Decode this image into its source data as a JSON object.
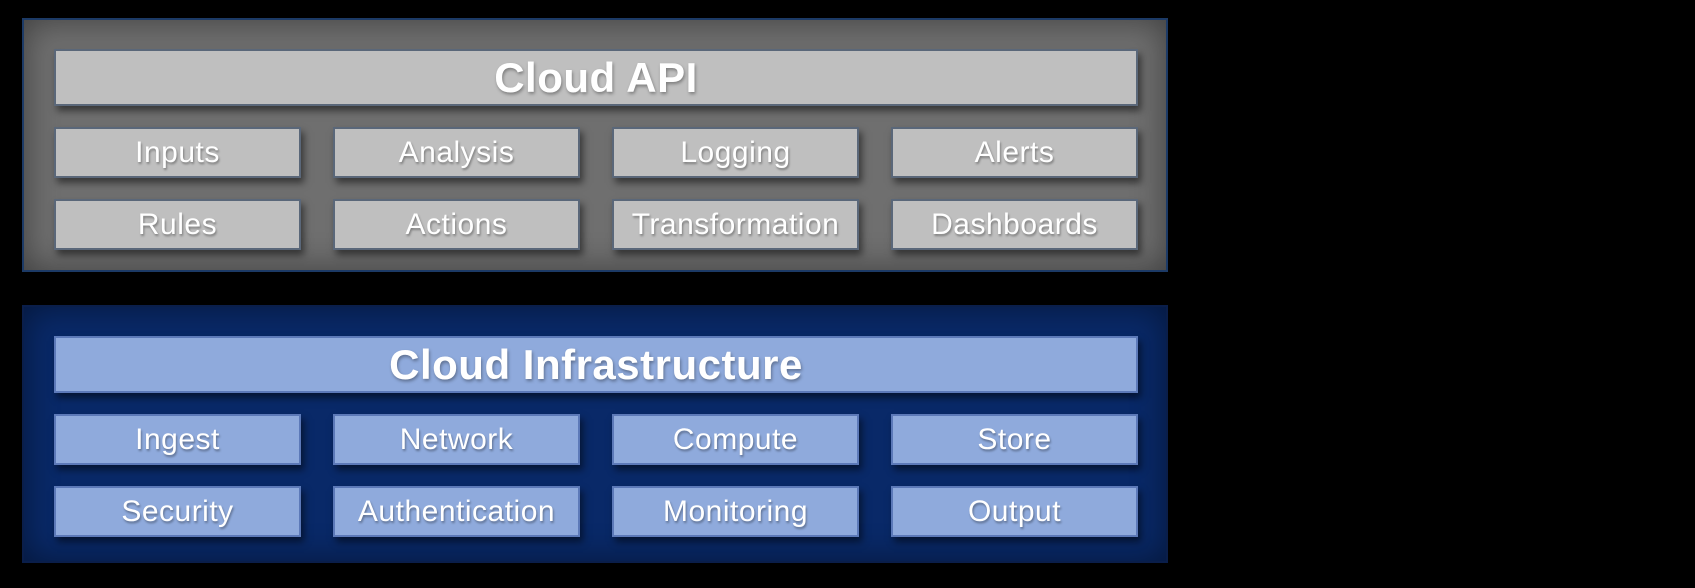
{
  "page": {
    "background": "#000000"
  },
  "panels": [
    {
      "title": "Cloud API",
      "theme": {
        "container_fill": "#6f6f6f",
        "container_border": "#1c3a66",
        "box_fill": "#bfbfbf",
        "box_border": "#5a6779",
        "text_color": "#ffffff"
      },
      "items": [
        "Inputs",
        "Analysis",
        "Logging",
        "Alerts",
        "Rules",
        "Actions",
        "Transformation",
        "Dashboards"
      ]
    },
    {
      "title": "Cloud Infrastructure",
      "theme": {
        "container_fill": "#092968",
        "container_border": "#0a1e4a",
        "box_fill": "#8faadc",
        "box_border": "#5c79b8",
        "text_color": "#ffffff"
      },
      "items": [
        "Ingest",
        "Network",
        "Compute",
        "Store",
        "Security",
        "Authentication",
        "Monitoring",
        "Output"
      ]
    }
  ]
}
